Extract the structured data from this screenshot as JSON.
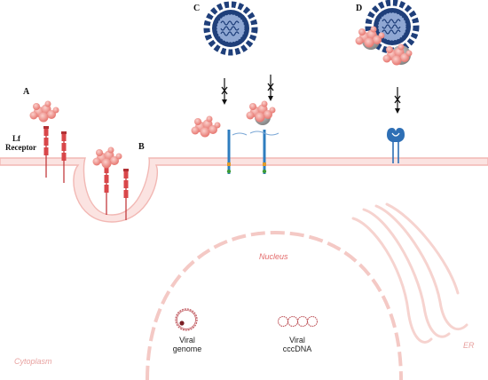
{
  "labels": {
    "panel_a": "A",
    "panel_b": "B",
    "panel_c": "C",
    "panel_d": "D",
    "receptor_line1": "Lf",
    "receptor_line2": "Receptor",
    "nucleus": "Nucleus",
    "cytoplasm": "Cytoplasm",
    "er": "ER",
    "viral_genome_line1": "Viral",
    "viral_genome_line2": "genome",
    "viral_cccdna_line1": "Viral",
    "viral_cccdna_line2": "cccDNA"
  },
  "colors": {
    "membrane": "#f2b8b4",
    "membrane_fill": "#fbe3e1",
    "receptor": "#d9474a",
    "lactoferrin": "#f08a84",
    "virus": "#1f3f7a",
    "virus_core": "#8fa7d3",
    "nucleus": "#f4c9c5",
    "block_arrow": "#111111",
    "italic_label": "#e36a6a",
    "grey_protein": "#9a9a9a"
  },
  "icons": [
    "virus-icon",
    "lactoferrin-protein-icon",
    "receptor-icon",
    "blocked-arrow-icon",
    "host-receptor-icon",
    "circular-genome-icon",
    "cccdna-icon"
  ]
}
